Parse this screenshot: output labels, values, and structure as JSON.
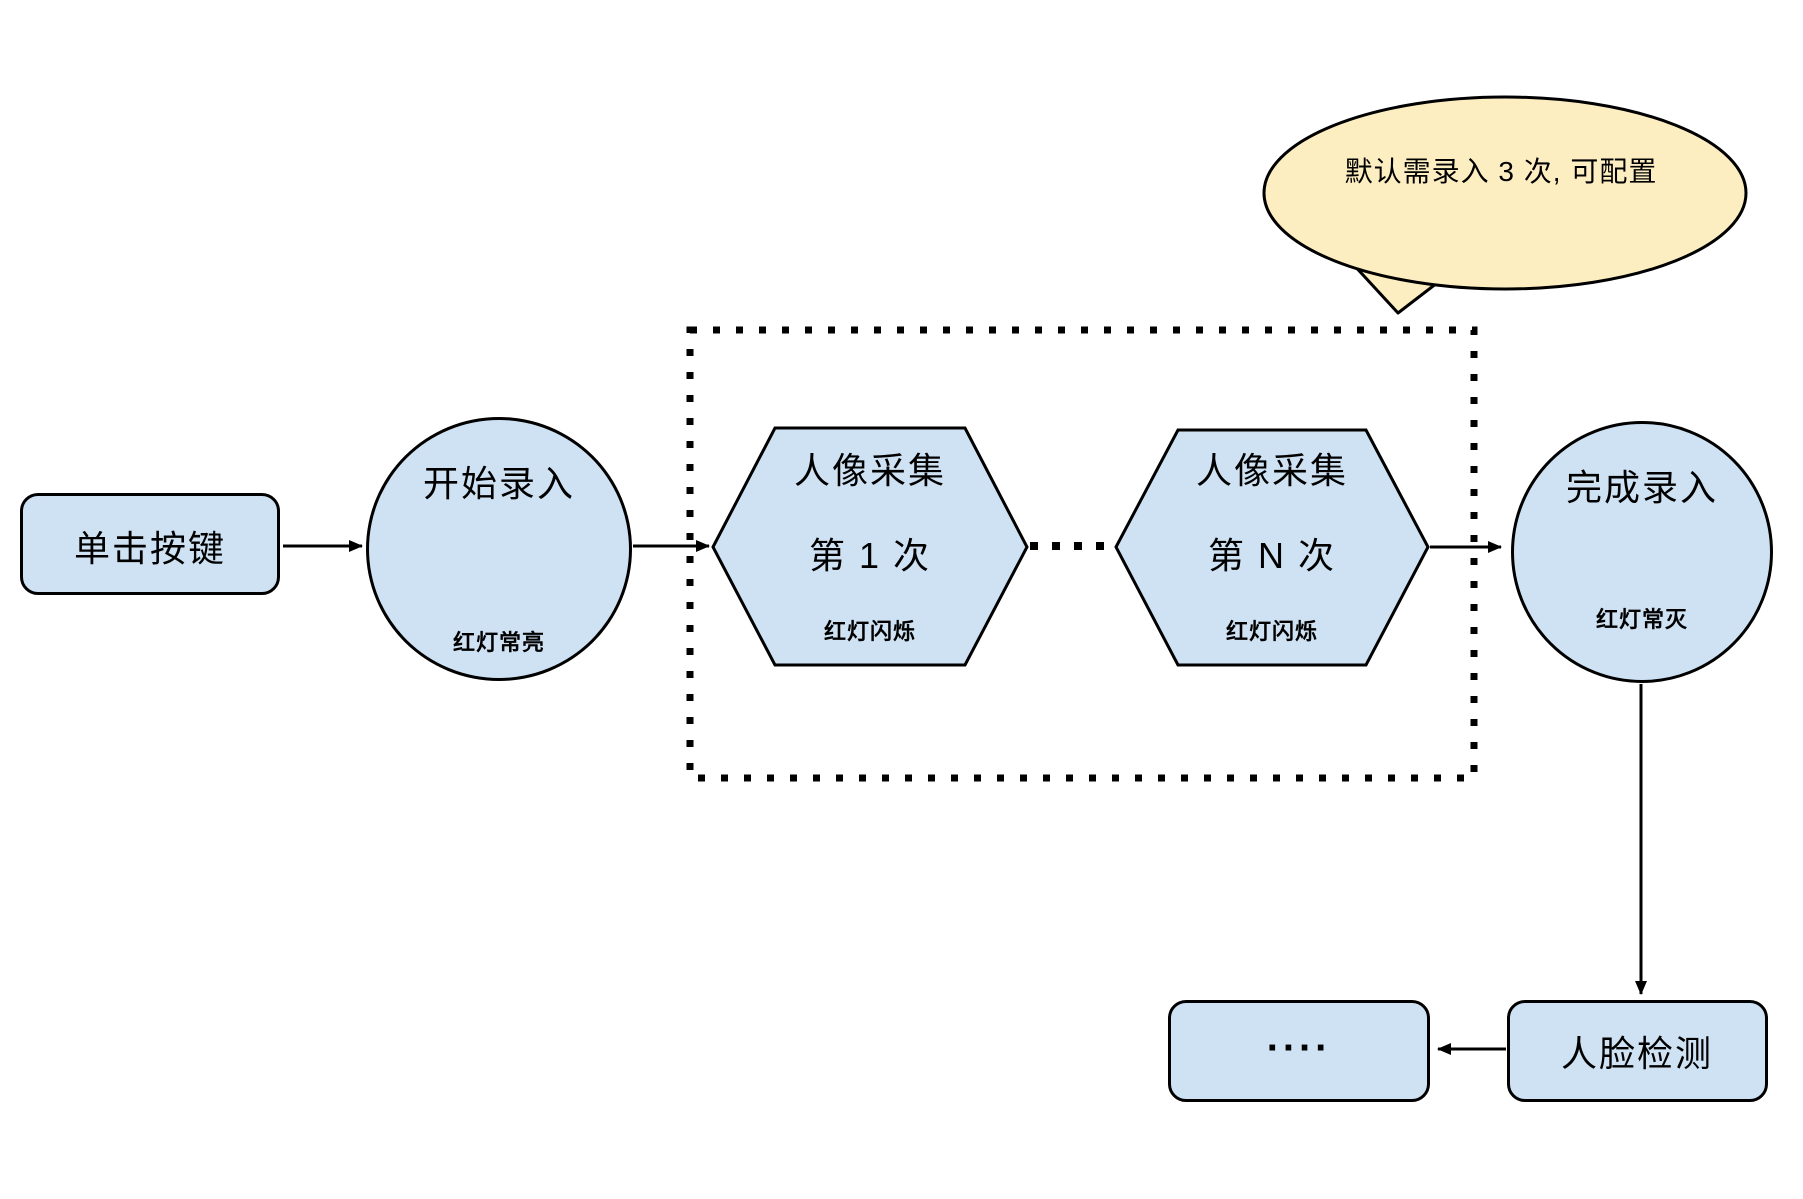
{
  "diagram": {
    "title": "face-enrollment-flow",
    "colors": {
      "node_fill": "#cfe2f3",
      "callout_fill": "#fdeec2",
      "stroke": "#000000",
      "background": "#ffffff"
    },
    "nodes": {
      "start_button": {
        "label": "单击按键"
      },
      "start_enroll": {
        "title": "开始录入",
        "subtitle": "红灯常亮"
      },
      "capture_first": {
        "line1": "人像采集",
        "line2": "第 1 次",
        "subtitle": "红灯闪烁"
      },
      "capture_nth": {
        "line1": "人像采集",
        "line2": "第 N 次",
        "subtitle": "红灯闪烁"
      },
      "finish_enroll": {
        "title": "完成录入",
        "subtitle": "红灯常灭"
      },
      "face_detect": {
        "label": "人脸检测"
      },
      "more_steps": {
        "label": "...."
      }
    },
    "callout": {
      "text": "默认需录入 3 次, 可配置"
    }
  }
}
